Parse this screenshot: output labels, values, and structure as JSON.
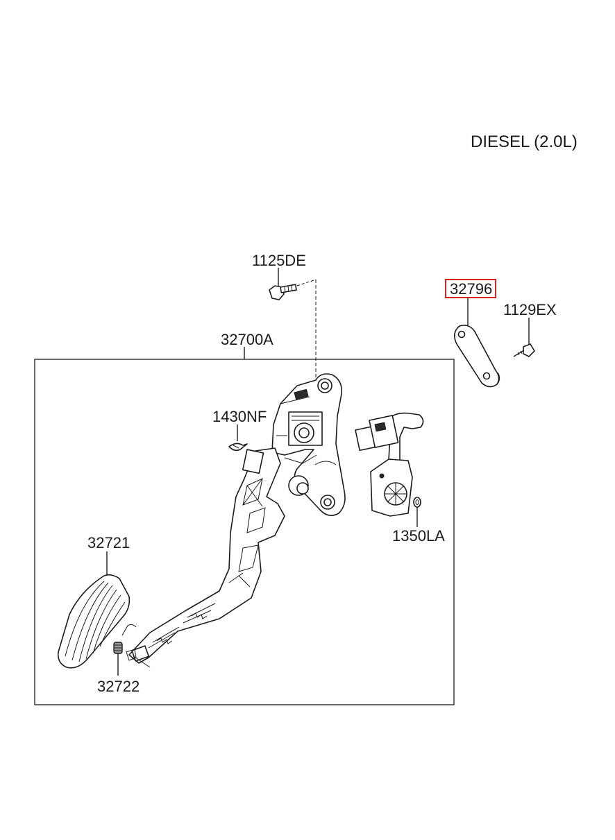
{
  "header": {
    "engine_label": "DIESEL (2.0L)"
  },
  "parts": {
    "bolt_top": "1125DE",
    "pedal_assembly": "32700A",
    "cover_plate": "32796",
    "screw": "1129EX",
    "clip": "1430NF",
    "nut": "1350LA",
    "pedal_pad": "32721",
    "spring": "32722"
  },
  "highlight": {
    "part": "32796",
    "color": "#e02020"
  }
}
